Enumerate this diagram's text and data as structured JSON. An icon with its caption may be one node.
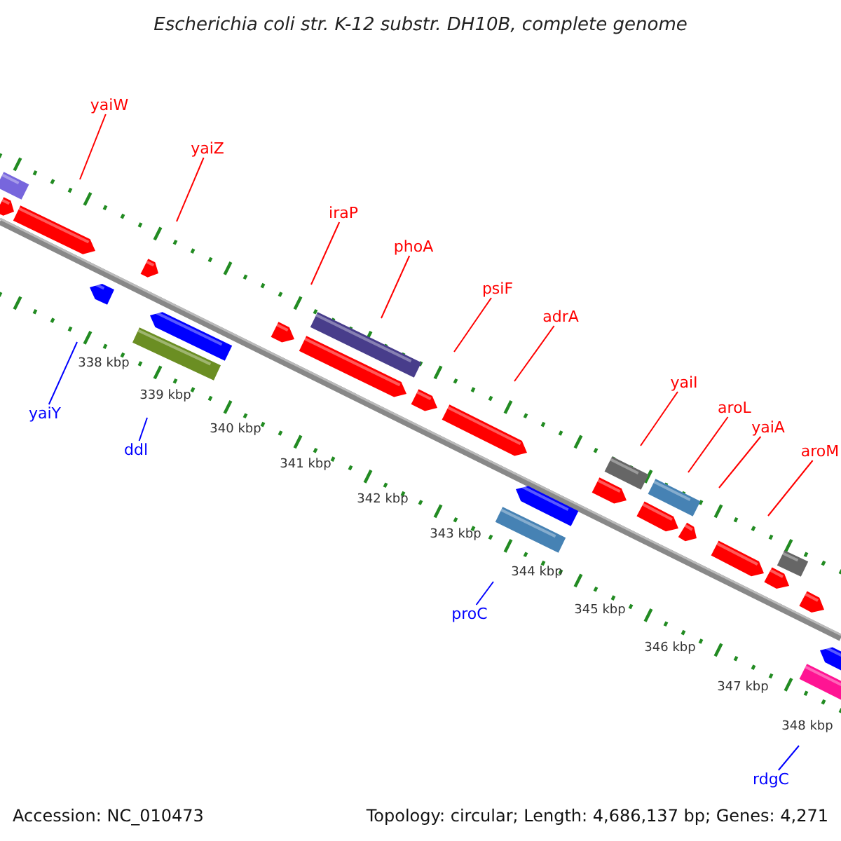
{
  "diagram": {
    "title": "Escherichia coli str. K-12 substr. DH10B, complete genome",
    "nodes": [
      {
        "text": [
          "yaiW"
        ]
      },
      {
        "text": [
          "yaiZ"
        ]
      },
      {
        "text": [
          "iraP"
        ]
      },
      {
        "text": [
          "phoA"
        ]
      },
      {
        "text": [
          "psiF"
        ]
      },
      {
        "text": [
          "adrA"
        ]
      },
      {
        "text": [
          "yaiI"
        ]
      },
      {
        "text": [
          "aroL"
        ]
      },
      {
        "text": [
          "yaiA"
        ]
      },
      {
        "text": [
          "aroM"
        ]
      },
      {
        "text": [
          "yaiY"
        ]
      },
      {
        "text": [
          "ddl"
        ]
      },
      {
        "text": [
          "proC"
        ]
      },
      {
        "text": [
          "rdgC"
        ]
      }
    ],
    "edges": [
      {
        "from": 0,
        "to": null,
        "arrow": "none"
      },
      {
        "from": 1,
        "to": null,
        "arrow": "none"
      },
      {
        "from": 2,
        "to": null,
        "arrow": "none"
      },
      {
        "from": 3,
        "to": null,
        "arrow": "none"
      },
      {
        "from": 4,
        "to": null,
        "arrow": "none"
      },
      {
        "from": 5,
        "to": null,
        "arrow": "none"
      },
      {
        "from": 6,
        "to": null,
        "arrow": "none"
      },
      {
        "from": 7,
        "to": null,
        "arrow": "none"
      },
      {
        "from": 8,
        "to": null,
        "arrow": "none"
      },
      {
        "from": 9,
        "to": null,
        "arrow": "none"
      },
      {
        "from": 10,
        "to": null,
        "arrow": "none",
        "color": "#0000ff"
      },
      {
        "from": 11,
        "to": null,
        "arrow": "none",
        "color": "#0000ff"
      },
      {
        "from": 12,
        "to": null,
        "arrow": "none",
        "color": "#0000ff"
      },
      {
        "from": 13,
        "to": null,
        "arrow": "none",
        "color": "#0000ff"
      }
    ],
    "labels": [
      "338 kbp",
      "339 kbp",
      "340 kbp",
      "341 kbp",
      "342 kbp",
      "343 kbp",
      "344 kbp",
      "345 kbp",
      "346 kbp",
      "347 kbp",
      "348 kbp",
      "Accession: NC_010473",
      "Topology: circular; Length: 4,686,137 bp; Genes: 4,271"
    ]
  }
}
